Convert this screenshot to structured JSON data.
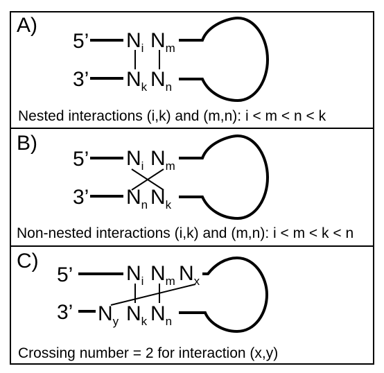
{
  "panels": [
    {
      "label": "A)",
      "end5": "5’",
      "end3": "3’",
      "top": [
        {
          "b": "N",
          "s": "i"
        },
        {
          "b": "N",
          "s": "m"
        }
      ],
      "bottom": [
        {
          "b": "N",
          "s": "k"
        },
        {
          "b": "N",
          "s": "n"
        }
      ],
      "caption": "Nested interactions (i,k) and (m,n): i < m < n < k"
    },
    {
      "label": "B)",
      "end5": "5’",
      "end3": "3’",
      "top": [
        {
          "b": "N",
          "s": "i"
        },
        {
          "b": "N",
          "s": "m"
        }
      ],
      "bottom": [
        {
          "b": "N",
          "s": "n"
        },
        {
          "b": "N",
          "s": "k"
        }
      ],
      "caption": "Non-nested interactions (i,k) and (m,n): i < m < k < n"
    },
    {
      "label": "C)",
      "end5": "5’",
      "end3": "3’",
      "top": [
        {
          "b": "N",
          "s": "i"
        },
        {
          "b": "N",
          "s": "m"
        },
        {
          "b": "N",
          "s": "x"
        }
      ],
      "bottom": [
        {
          "b": "N",
          "s": "y"
        },
        {
          "b": "N",
          "s": "k"
        },
        {
          "b": "N",
          "s": "n"
        }
      ],
      "caption": "Crossing number = 2 for interaction (x,y)"
    }
  ]
}
